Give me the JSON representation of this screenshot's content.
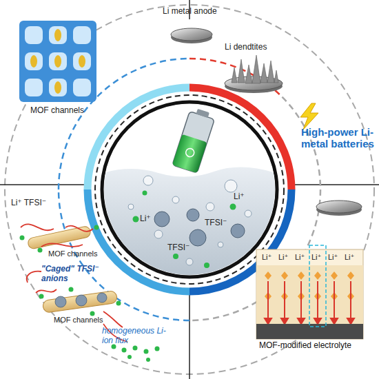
{
  "diagram": {
    "nodes": [
      {
        "text": [
          "Li⁺",
          "TFSI⁻",
          "TFSI⁻",
          "Li⁺"
        ]
      },
      {
        "text": [
          "Li⁺",
          "Li⁺",
          "Li⁺",
          "Li⁺",
          "Li⁺",
          "Li⁺",
          "MOF-modified electrolyte"
        ]
      }
    ],
    "labels": [
      "Li metal anode",
      "Li dendtites",
      "MOF channels",
      "High-power Li-metal batteries",
      "Li⁺ TFSI⁻",
      "MOF channels",
      "\"Caged\" TFSI⁻ anions",
      "MOF channels",
      "homogeneous Li-ion flux"
    ]
  }
}
